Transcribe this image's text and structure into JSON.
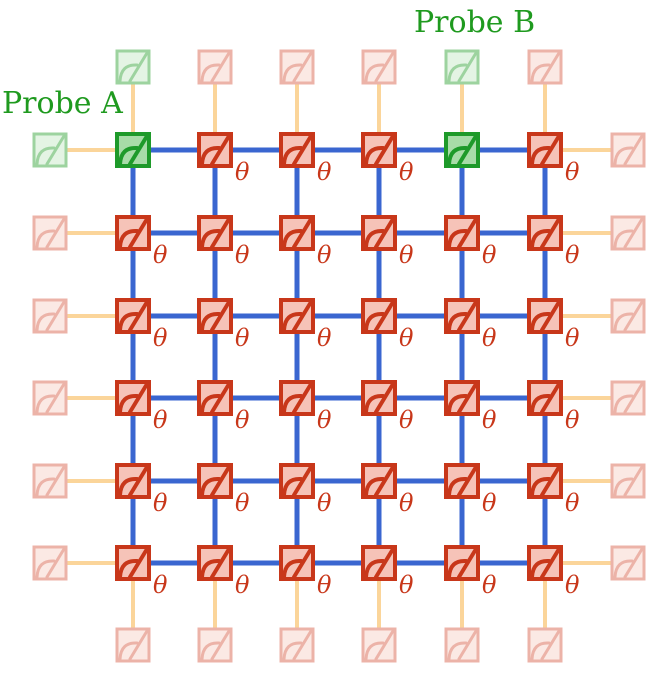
{
  "probes": [
    {
      "id": "A",
      "label": "Probe A",
      "row": 0,
      "col": 0
    },
    {
      "id": "B",
      "label": "Probe B",
      "row": 0,
      "col": 4
    }
  ],
  "grid": {
    "rows": 6,
    "cols": 6
  },
  "parameter_label": "θ",
  "colors": {
    "bond": "#3a66d0",
    "coupling": "#fbd59a",
    "site_stroke": "#c8371a",
    "site_fill": "#f6c3b8",
    "probe_stroke": "#1e9a2a",
    "probe_fill": "#a8dca8",
    "ghost_stroke": "#ecb3a8",
    "ghost_fill": "#fbe9e4",
    "ghost_probe_stroke": "#9dd39f",
    "ghost_probe_fill": "#e4f4e4"
  }
}
